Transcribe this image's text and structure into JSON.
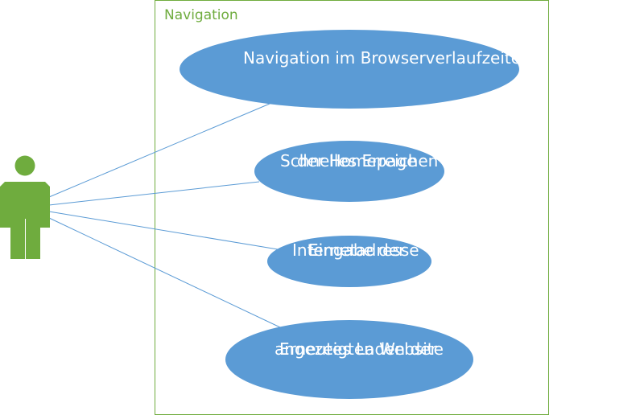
{
  "boundary": {
    "title": "Navigation"
  },
  "use_cases": [
    {
      "id": "uc1",
      "lines": [
        "Navigation im Browserverlaufzeiten"
      ]
    },
    {
      "id": "uc2",
      "lines": [
        "Schnelles Erreichen",
        "der Homepage"
      ]
    },
    {
      "id": "uc3",
      "lines": [
        "Internetadresse",
        "Eingabe der"
      ]
    },
    {
      "id": "uc4",
      "lines": [
        "angezeigten Website",
        "Erneutes Laden der"
      ]
    }
  ],
  "actor": {
    "icon": "user-icon"
  },
  "colors": {
    "accent": "#6fac3e",
    "usecase_fill": "#5b9bd5",
    "connector": "#5b9bd5",
    "label_text": "#ffffff"
  }
}
